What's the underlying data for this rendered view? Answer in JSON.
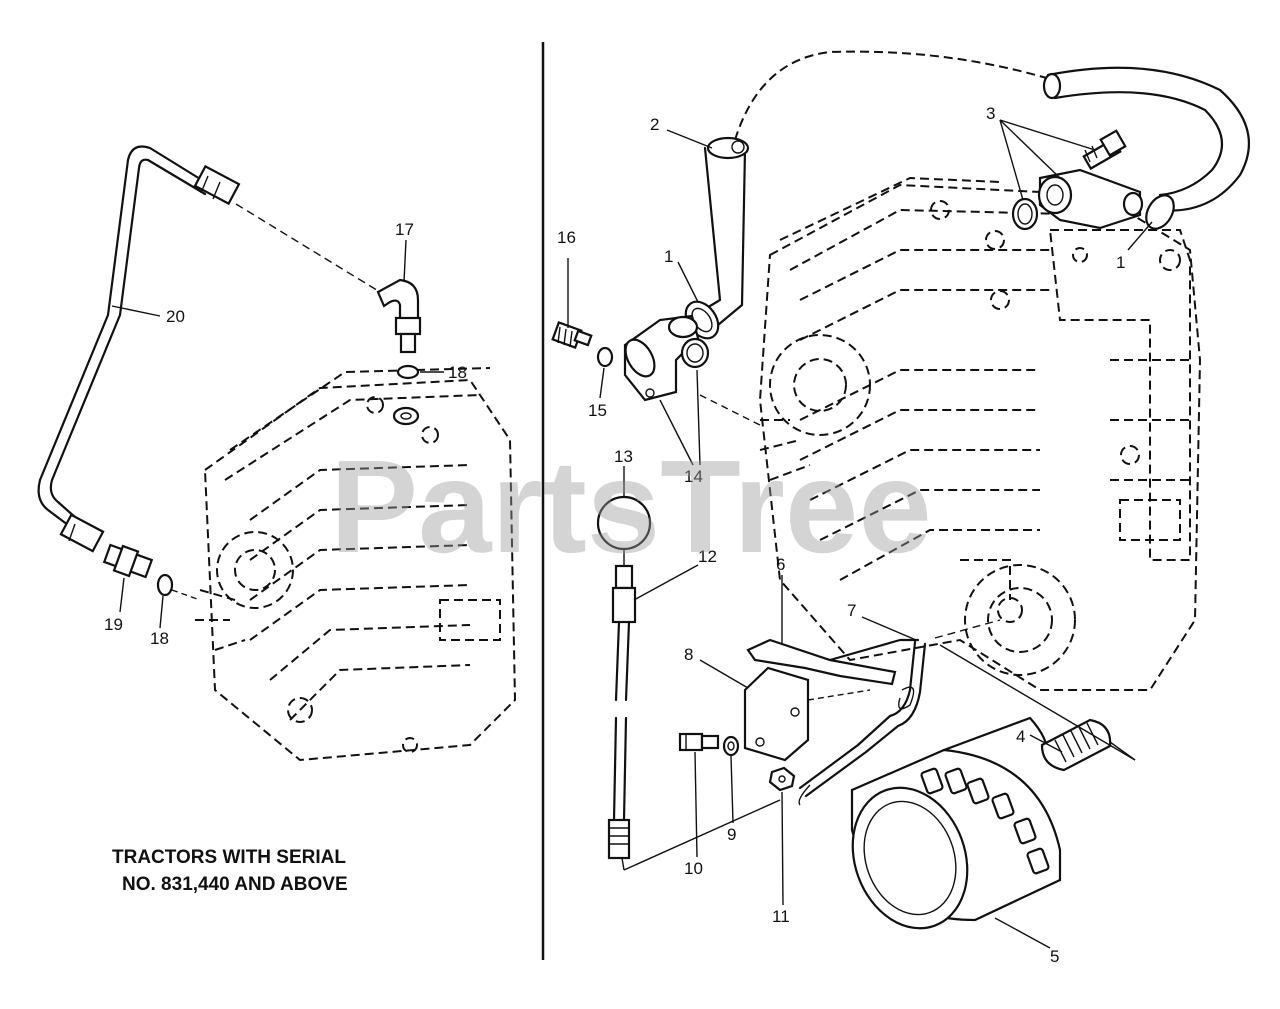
{
  "watermark": "PartsTree",
  "caption": {
    "line1": "TRACTORS WITH SERIAL",
    "line2": "NO. 831,440 AND ABOVE"
  },
  "left_callouts": [
    "17",
    "18",
    "20",
    "19",
    "18"
  ],
  "right_callouts": [
    "2",
    "3",
    "1",
    "16",
    "1",
    "15",
    "14",
    "13",
    "12",
    "6",
    "7",
    "8",
    "4",
    "10",
    "9",
    "11",
    "5"
  ]
}
